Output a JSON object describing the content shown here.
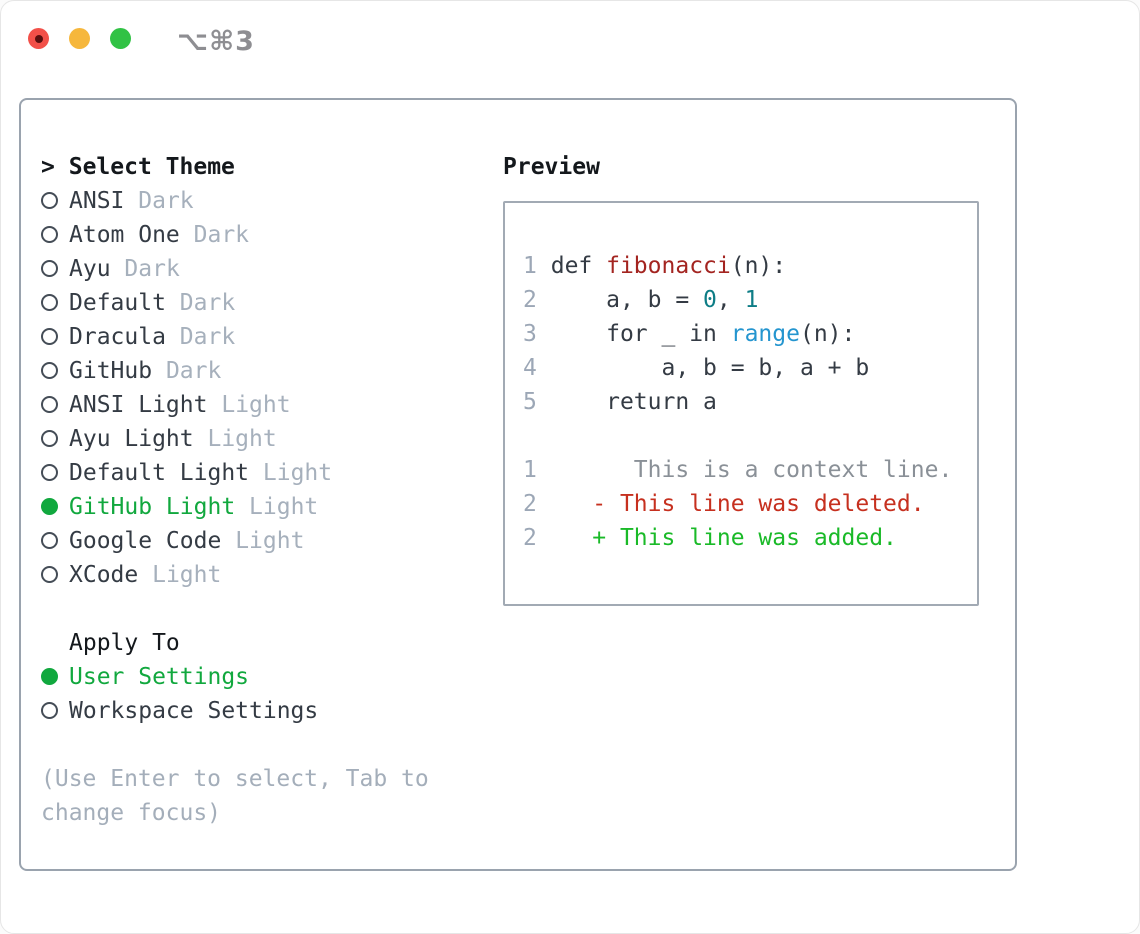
{
  "window": {
    "title": "⌥⌘3",
    "traffic_lights": [
      "close",
      "minimize",
      "zoom"
    ]
  },
  "picker": {
    "prompt": ">",
    "title": "Select Theme",
    "themes": [
      {
        "name": "ANSI",
        "variant": "Dark",
        "selected": false
      },
      {
        "name": "Atom One",
        "variant": "Dark",
        "selected": false
      },
      {
        "name": "Ayu",
        "variant": "Dark",
        "selected": false
      },
      {
        "name": "Default",
        "variant": "Dark",
        "selected": false
      },
      {
        "name": "Dracula",
        "variant": "Dark",
        "selected": false
      },
      {
        "name": "GitHub",
        "variant": "Dark",
        "selected": false
      },
      {
        "name": "ANSI Light",
        "variant": "Light",
        "selected": false
      },
      {
        "name": "Ayu Light",
        "variant": "Light",
        "selected": false
      },
      {
        "name": "Default Light",
        "variant": "Light",
        "selected": false
      },
      {
        "name": "GitHub Light",
        "variant": "Light",
        "selected": true
      },
      {
        "name": "Google Code",
        "variant": "Light",
        "selected": false
      },
      {
        "name": "XCode",
        "variant": "Light",
        "selected": false
      }
    ],
    "apply_to_label": "Apply To",
    "apply_options": [
      {
        "name": "User Settings",
        "selected": true
      },
      {
        "name": "Workspace Settings",
        "selected": false
      }
    ],
    "hint": "(Use Enter to select, Tab to change focus)"
  },
  "preview": {
    "label": "Preview",
    "code_lines": [
      {
        "num": "1",
        "segments": [
          {
            "t": "def ",
            "c": "plain"
          },
          {
            "t": "fibonacci",
            "c": "fn"
          },
          {
            "t": "(n):",
            "c": "plain"
          }
        ]
      },
      {
        "num": "2",
        "segments": [
          {
            "t": "    a, b = ",
            "c": "plain"
          },
          {
            "t": "0",
            "c": "num"
          },
          {
            "t": ", ",
            "c": "plain"
          },
          {
            "t": "1",
            "c": "num"
          }
        ]
      },
      {
        "num": "3",
        "segments": [
          {
            "t": "    for _ in ",
            "c": "plain"
          },
          {
            "t": "range",
            "c": "builtin"
          },
          {
            "t": "(n):",
            "c": "plain"
          }
        ]
      },
      {
        "num": "4",
        "segments": [
          {
            "t": "        a, b = b, a + b",
            "c": "plain"
          }
        ]
      },
      {
        "num": "5",
        "segments": [
          {
            "t": "    return a",
            "c": "plain"
          }
        ]
      }
    ],
    "diff_lines": [
      {
        "num": "1",
        "kind": "context",
        "text": "      This is a context line."
      },
      {
        "num": "2",
        "kind": "deleted",
        "text": "   - This line was deleted."
      },
      {
        "num": "2",
        "kind": "added",
        "text": "   + This line was added."
      }
    ]
  },
  "colors": {
    "selection_green": "#11a83e",
    "muted_gray": "#a6b0bc",
    "hint_gray": "#a4aeba",
    "text": "#343b44",
    "line_number": "#9ca7b6",
    "token_function": "#a32420",
    "token_number": "#0e7d86",
    "token_builtin": "#2495cf",
    "diff_context": "#8a9097",
    "diff_deleted": "#c6301f",
    "diff_added": "#1aba28",
    "panel_border": "#9aa3ae",
    "titlebar_text": "#8e8e92",
    "traffic_red": "#f25049",
    "traffic_yellow": "#f6b73c",
    "traffic_green": "#31c245"
  }
}
